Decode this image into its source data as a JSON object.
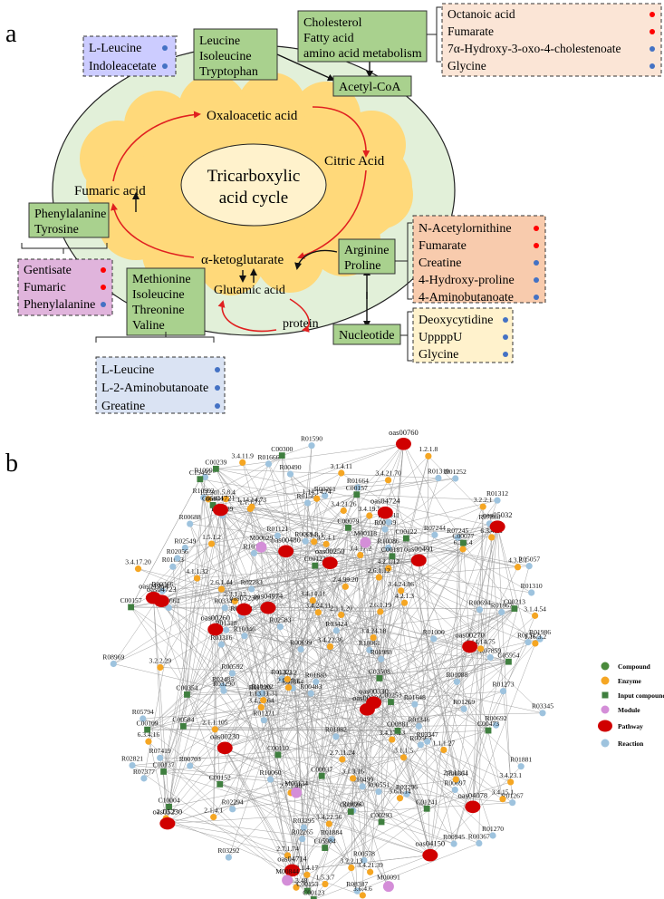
{
  "panel_a": {
    "label": "a",
    "center": [
      "Tricarboxylic",
      "acid cycle"
    ],
    "cycle_nodes": {
      "oxaloacetic": "Oxaloacetic acid",
      "citric": "Citric Acid",
      "fumaric": "Fumaric acid",
      "aketo": "α-ketoglutarate",
      "glutamic": "Glutamic acid",
      "protein": "protein"
    },
    "green_boxes": {
      "leucine": [
        "Leucine",
        "Isoleucine",
        "Tryptophan"
      ],
      "cholesterol": [
        "Cholesterol",
        "Fatty acid",
        "amino acid metabolism"
      ],
      "acetyl": [
        "Acetyl-CoA"
      ],
      "phenyl": [
        "Phenylalanine",
        "Tyrosine"
      ],
      "arginine": [
        "Arginine",
        "Proline"
      ],
      "methionine": [
        "Methionine",
        "Isoleucine",
        "Threonine",
        "Valine"
      ],
      "nucleotide": [
        "Nucleotide"
      ]
    },
    "metabolite_boxes": {
      "leucine_list": [
        {
          "name": "L-Leucine",
          "marker": "blue"
        },
        {
          "name": "Indoleacetate",
          "marker": "blue"
        }
      ],
      "octanoic_list": [
        {
          "name": "Octanoic acid",
          "marker": "red"
        },
        {
          "name": "Fumarate",
          "marker": "red"
        },
        {
          "name": "7α-Hydroxy-3-oxo-4-cholestenoate",
          "marker": "blue"
        },
        {
          "name": "Glycine",
          "marker": "blue"
        }
      ],
      "gentisate_list": [
        {
          "name": "Gentisate",
          "marker": "red"
        },
        {
          "name": "Fumaric",
          "marker": "red"
        },
        {
          "name": "Phenylalanine",
          "marker": "blue"
        }
      ],
      "acetylornithine_list": [
        {
          "name": "N-Acetylornithine",
          "marker": "red"
        },
        {
          "name": "Fumarate",
          "marker": "red"
        },
        {
          "name": "Creatine",
          "marker": "blue"
        },
        {
          "name": "4-Hydroxy-proline",
          "marker": "blue"
        },
        {
          "name": "4-Aminobutanoate",
          "marker": "blue"
        }
      ],
      "deoxycytidine_list": [
        {
          "name": "Deoxycytidine",
          "marker": "blue"
        },
        {
          "name": "UppppU",
          "marker": "blue"
        },
        {
          "name": "Glycine",
          "marker": "blue"
        }
      ],
      "lleucine2_list": [
        {
          "name": "L-Leucine",
          "marker": "blue"
        },
        {
          "name": "L-2-Aminobutanoate",
          "marker": "blue"
        },
        {
          "name": "Greatine",
          "marker": "blue"
        }
      ]
    },
    "colors": {
      "green_box": "#a9d18e",
      "ellipse": "#e2f0d9",
      "cloud": "#ffd97a",
      "center": "#fff2cc",
      "red_arrow": "#e02020",
      "blue_box": "#ccccff",
      "peach_box": "#fbe5d6",
      "pink_box": "#e0b4dc",
      "salmon_box": "#f8cbad",
      "cream_box": "#fff2cc",
      "lightblue_box": "#dae3f3",
      "red_marker": "#ff0000",
      "blue_marker": "#4472c4"
    }
  },
  "panel_b": {
    "label": "b",
    "legend": [
      {
        "label": "Compound",
        "shape": "circle",
        "color": "#4a8a3c"
      },
      {
        "label": "Enzyme",
        "shape": "circle",
        "color": "#f5a623"
      },
      {
        "label": "Input compound",
        "shape": "square",
        "color": "#3f7f3f"
      },
      {
        "label": "Module",
        "shape": "circle",
        "color": "#d48ed8"
      },
      {
        "label": "Pathway",
        "shape": "bigcircle",
        "color": "#d00000"
      },
      {
        "label": "Reaction",
        "shape": "circle",
        "color": "#9ec3de"
      }
    ],
    "network_nodes": {
      "reaction": [
        "R01082",
        "R07163",
        "R00483",
        "R10102",
        "R01312",
        "R07244",
        "R10992",
        "R02583",
        "R00367",
        "R05057",
        "R10046",
        "R01318",
        "R01310",
        "R00945",
        "R01321",
        "R01273",
        "R01319",
        "R01121",
        "R01083",
        "R00490",
        "R07859",
        "R01346",
        "R01320",
        "R01664",
        "R00689",
        "R10499",
        "R01088",
        "R03292",
        "R01000",
        "R07245",
        "R10060",
        "R01270",
        "R01267",
        "R00611",
        "R00694",
        "R00364",
        "R00565",
        "R02549",
        "R00592",
        "R00578",
        "R07860",
        "R01666",
        "R01271",
        "R00697",
        "R10993",
        "R07419",
        "R07064",
        "R01881",
        "R01986",
        "R03296",
        "R03295",
        "R01252",
        "R00551",
        "R01316",
        "R01883",
        "R10178",
        "R02485",
        "R02056",
        "R08664",
        "R10660",
        "R07377",
        "R08387",
        "R01867",
        "R10061",
        "R01884",
        "R08969",
        "R01317",
        "R10086",
        "R00366",
        "R01269",
        "R05794",
        "R01988",
        "R03346",
        "R01989",
        "R03290",
        "R01566",
        "R03345",
        "R01590",
        "R00261",
        "R00688",
        "R00692",
        "R02283",
        "R03424",
        "R00694",
        "R02294",
        "R00699",
        "R00703",
        "R01648",
        "R03347",
        "R02265",
        "R02821"
      ],
      "enzyme": [
        "1.1.1.71",
        "2.1.4.1",
        "3.1.3.48",
        "6.3.5.4",
        "1.5.8.4",
        "2.3.1.13",
        "3.1.1.5",
        "1.1.1.27",
        "6.3.4.16",
        "1.2.30",
        "2.7.1.74",
        "2.1.1.105",
        "1.14.14.74",
        "3.1.4.11",
        "3.1.4.17",
        "3.1.4.54",
        "4.2.1.3",
        "4.1.1.32",
        "3.4.22.36",
        "2.7.10.1",
        "4.2.1.12",
        "2.1.1.2",
        "1.14.14.73",
        "2.7.11.11",
        "3.4.17.20",
        "3.4.17.23",
        "1.2.1.8",
        "2.4.99.20",
        "3.4.21.39",
        "3.2.2.1",
        "2.6.1.19",
        "3.4.11.9",
        "1.5.1.2",
        "6.3.4.21",
        "3.4.21.26",
        "3.4.17.2",
        "3.2.2.29",
        "2.7.11.24",
        "3.4.22.64",
        "3.4.21.70",
        "3.1.3.16",
        "3.4.23.1",
        "1.14.14.75",
        "1.13.11.31",
        "3.4.15.1",
        "3.4.22.56",
        "2.6.1.44",
        "3.1.3.1",
        "3.6.4.6",
        "2.1.1.20",
        "3.4.24.86",
        "2.7.1.40",
        "4.3.2.1",
        "6.3.2.2",
        "3.4.19.5",
        "3.4.24.18",
        "3.4.14.11",
        "3.5.4.1",
        "1.5.3.7",
        "3.4.24.11",
        "2.6.1.12",
        "3.2.2.13",
        "3.6.1.14",
        "1.16.3.2"
      ],
      "compound": [
        "C00584",
        "C00123",
        "C00473",
        "C00239",
        "C01026",
        "C00077",
        "C00153",
        "C00213",
        "C15492",
        "C00110",
        "C00157",
        "C00253",
        "C00300",
        "C05841",
        "C00109",
        "C00881",
        "C00152",
        "C00037",
        "C03508",
        "C00079",
        "C00354",
        "C00122",
        "C00157",
        "C05984",
        "C01241",
        "C00293",
        "C00123",
        "C00137",
        "C05954",
        "C00181",
        "C10004"
      ],
      "pathway": [
        "oas05230",
        "oas00260",
        "oas00270",
        "oas04078",
        "oas00760",
        "oas04723",
        "oas04150",
        "oas00230",
        "oas05032",
        "oas00480",
        "oas04974",
        "oas00330",
        "oas00250",
        "oas04724",
        "oas04721",
        "oas00330",
        "oas04964",
        "oas00491",
        "oas05230",
        "oas04714"
      ],
      "module": [
        "M00091",
        "M00134",
        "M00844",
        "M00118",
        "M00029"
      ]
    }
  }
}
